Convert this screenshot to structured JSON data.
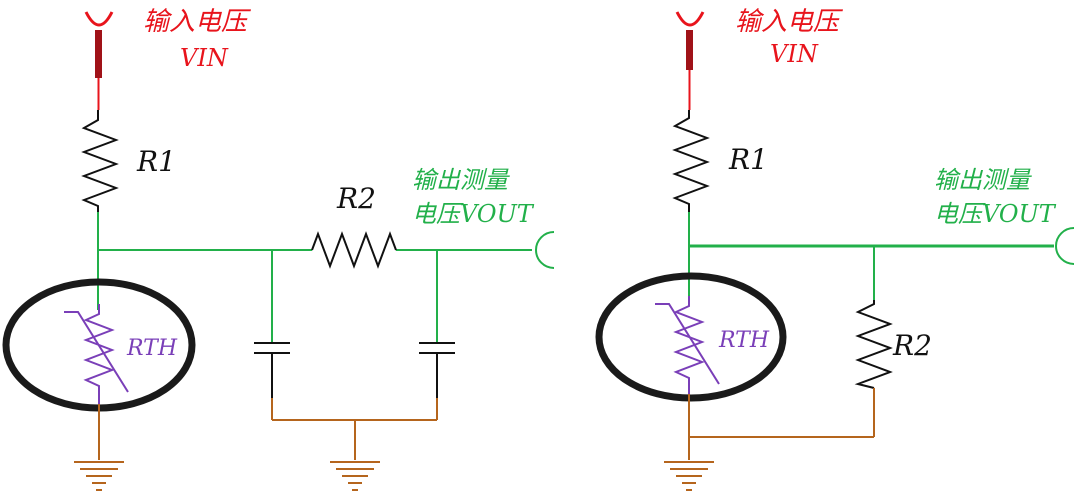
{
  "left_circuit": {
    "input_label": "输入电压",
    "input_sub": "VIN",
    "r1": "R1",
    "r2": "R2",
    "rth": "RTH",
    "output_label_line1": "输出测量",
    "output_label_line2": "电压VOUT"
  },
  "right_circuit": {
    "input_label": "输入电压",
    "input_sub": "VIN",
    "r1": "R1",
    "r2": "R2",
    "rth": "RTH",
    "output_label_line1": "输出测量",
    "output_label_line2": "电压VOUT"
  },
  "colors": {
    "input_wire": "#e8141c",
    "signal_wire": "#22b04a",
    "ground_wire": "#b5651d",
    "thermistor": "#7a3fb8",
    "component": "#111111"
  }
}
